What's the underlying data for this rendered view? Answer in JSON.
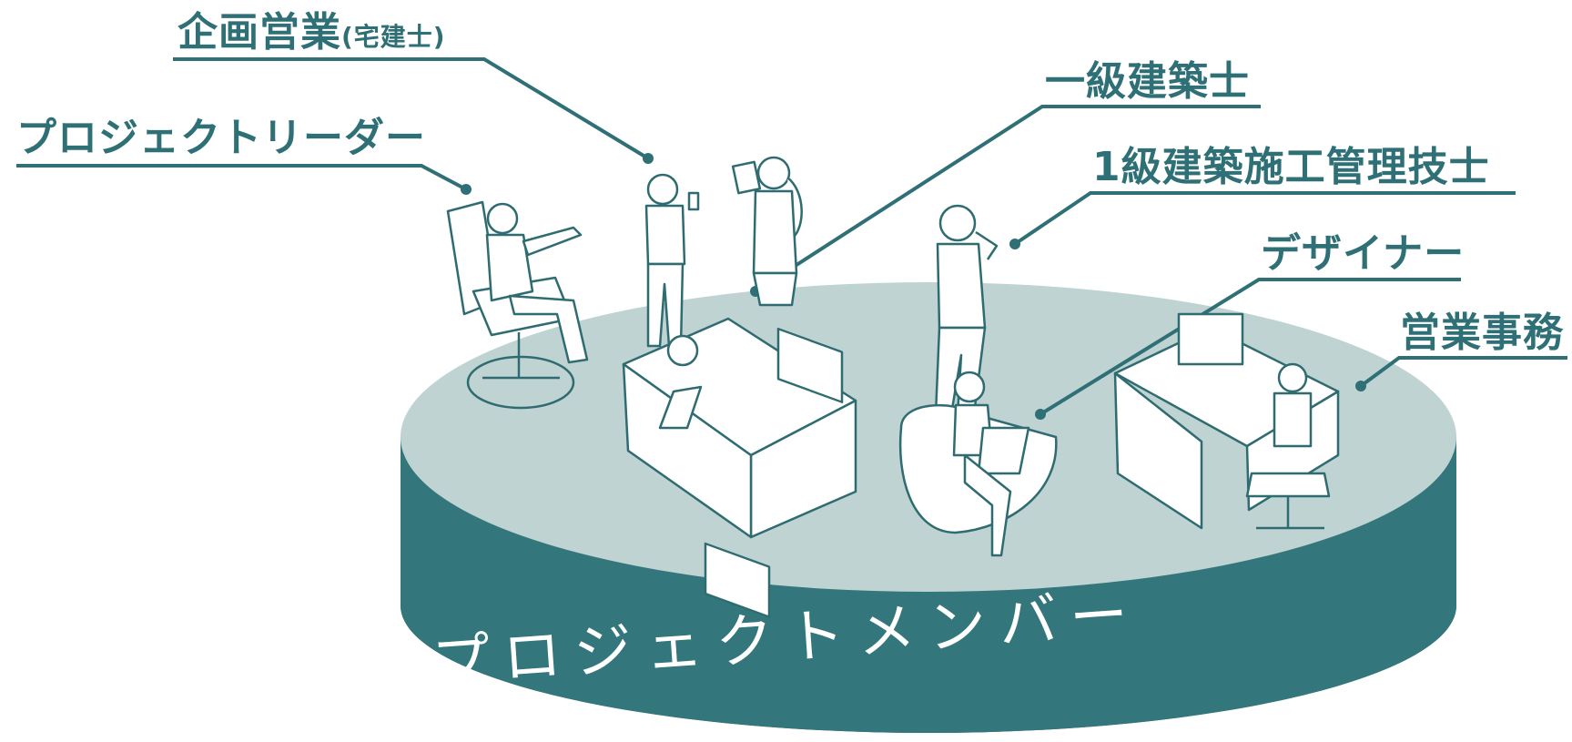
{
  "diagram": {
    "center_label": "プロジェクトメンバー",
    "roles": {
      "sales_planning": {
        "label": "企画営業",
        "suffix": "(宅建士)"
      },
      "project_leader": {
        "label": "プロジェクトリーダー"
      },
      "first_class_architect": {
        "label": "一級建築士"
      },
      "construction_manager": {
        "label": "1級建築施工管理技士"
      },
      "designer": {
        "label": "デザイナー"
      },
      "sales_office": {
        "label": "営業事務"
      }
    }
  },
  "colors": {
    "teal_dark": "#33767b",
    "teal_line": "#2f7077",
    "platform_top": "#bfd3d3",
    "figure_fill": "#ffffff",
    "figure_stroke": "#2f6c71"
  }
}
